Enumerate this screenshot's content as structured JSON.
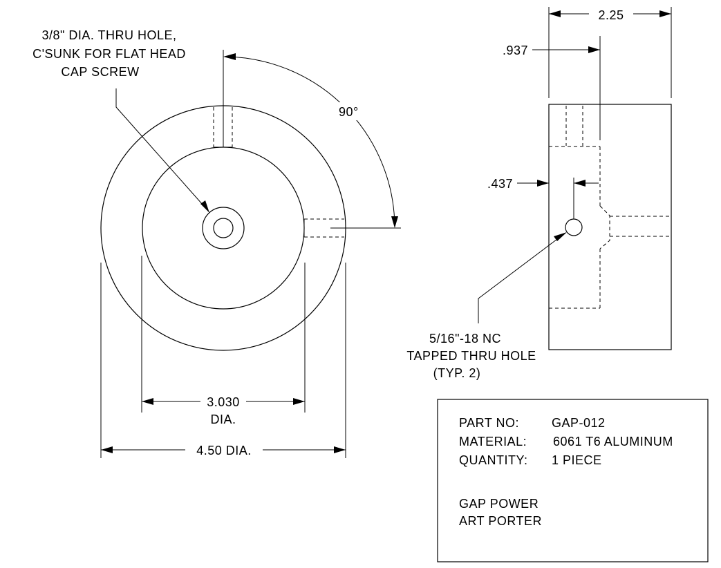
{
  "front_view": {
    "hole_note": [
      "3/8\" DIA. THRU HOLE,",
      "C'SUNK FOR FLAT HEAD",
      "CAP SCREW"
    ],
    "angle_label": "90°",
    "inner_dia_value": "3.030",
    "inner_dia_suffix": "DIA.",
    "outer_dia_label": "4.50 DIA."
  },
  "side_view": {
    "width_label": "2.25",
    "offset_label_1": ".937",
    "offset_label_2": ".437",
    "tap_note": [
      "5/16\"-18 NC",
      "TAPPED THRU HOLE",
      "(TYP. 2)"
    ]
  },
  "title_block": {
    "part_no_label": "PART NO:",
    "part_no_value": "GAP-012",
    "material_label": "MATERIAL:",
    "material_value": "6061 T6 ALUMINUM",
    "quantity_label": "QUANTITY:",
    "quantity_value": "1 PIECE",
    "company": "GAP POWER",
    "author": "ART PORTER"
  }
}
